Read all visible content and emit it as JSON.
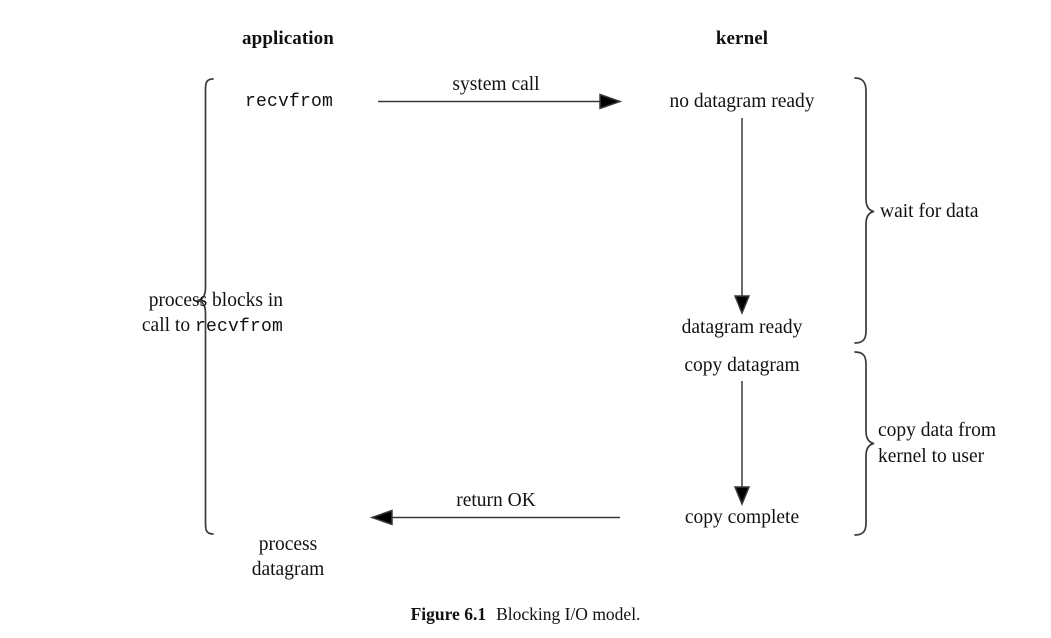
{
  "figure": {
    "caption_label": "Figure 6.1",
    "caption_text": "Blocking I/O model.",
    "line_color": "#3a3a3a",
    "text_color": "#111111",
    "background": "#ffffff"
  },
  "columns": {
    "application": "application",
    "kernel": "kernel"
  },
  "application_side": {
    "call_label": "recvfrom",
    "blocked_line1": "process blocks in",
    "blocked_line2_prefix": "call to ",
    "blocked_line2_mono": "recvfrom",
    "result_line1": "process",
    "result_line2": "datagram"
  },
  "kernel_side": {
    "state_no_datagram": "no datagram ready",
    "state_datagram_ready": "datagram ready",
    "state_copy_datagram": "copy datagram",
    "state_copy_complete": "copy complete"
  },
  "arrows": {
    "system_call": "system call",
    "return_ok": "return OK"
  },
  "braces": {
    "wait_for_data": "wait for data",
    "copy_data_line1": "copy data from",
    "copy_data_line2": "kernel to user"
  }
}
